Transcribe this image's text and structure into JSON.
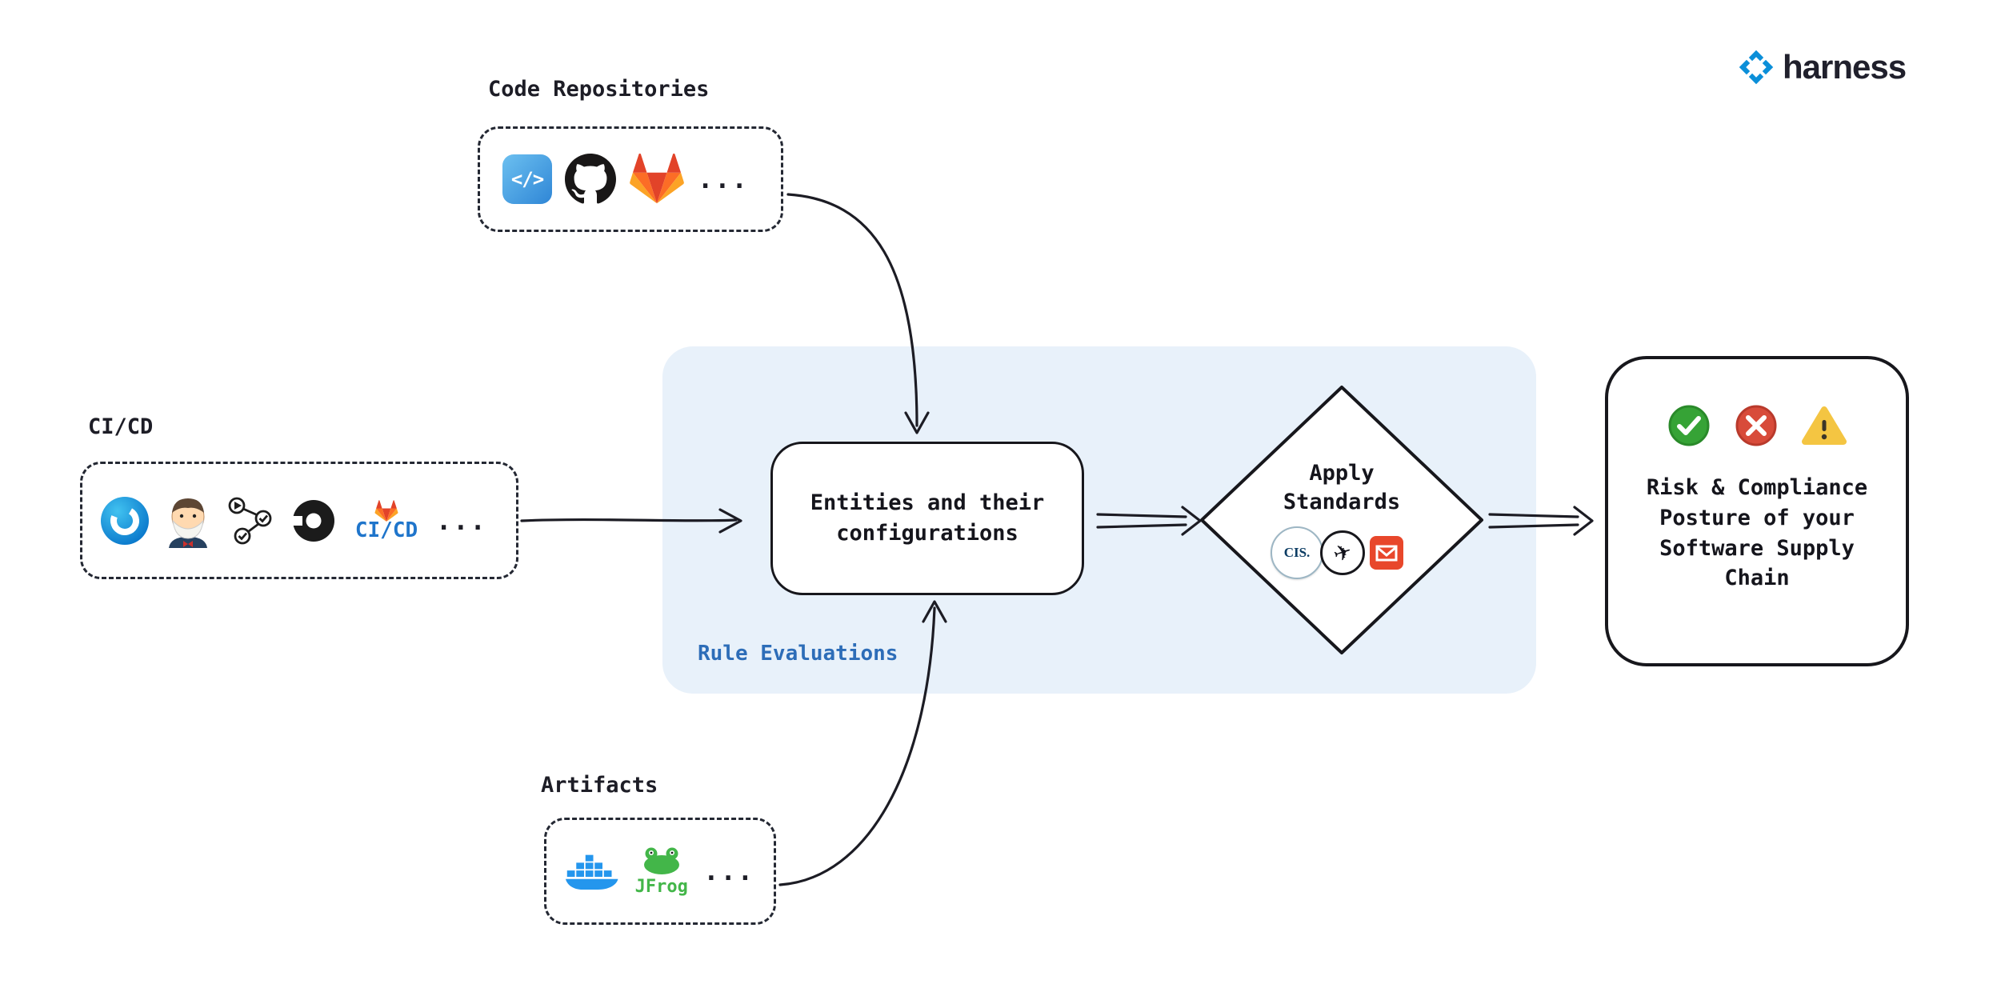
{
  "header": {
    "logo_text": "harness"
  },
  "code_repositories": {
    "label": "Code Repositories",
    "azure_glyph": "</>",
    "more": "...",
    "icons": [
      "azure-repos-icon",
      "github-icon",
      "gitlab-icon"
    ]
  },
  "cicd": {
    "label": "CI/CD",
    "gitlab_ci_text": "CI/CD",
    "more": "...",
    "icons": [
      "harness-ci-icon",
      "jenkins-icon",
      "workflow-icon",
      "circleci-icon",
      "gitlab-cicd-icon"
    ]
  },
  "artifacts": {
    "label": "Artifacts",
    "jfrog_text": "JFrog",
    "more": "...",
    "icons": [
      "docker-icon",
      "jfrog-icon"
    ]
  },
  "rule_evaluations": {
    "label": "Rule Evaluations",
    "entities_text": "Entities and their configurations",
    "apply_standards_text": "Apply Standards",
    "cis_text": "CIS.",
    "owasp_glyph": "✈",
    "standards_icons": [
      "cis-icon",
      "owasp-icon",
      "red-standard-icon"
    ]
  },
  "result": {
    "text": "Risk & Compliance Posture of your Software Supply Chain",
    "status_icons": [
      "check-circle-icon",
      "x-circle-icon",
      "warning-triangle-icon"
    ]
  },
  "colors": {
    "region_fill": "#e8f1fa",
    "rule_label_blue": "#2d6db8",
    "stroke_dark": "#17171c",
    "success_green": "#36a336",
    "error_red": "#d84b3a",
    "warning_yellow": "#f4c542",
    "gitlab_orange": "#fc6d26",
    "docker_blue": "#2496ed",
    "jfrog_green": "#43b649",
    "harness_blue": "#0b8fd9"
  }
}
